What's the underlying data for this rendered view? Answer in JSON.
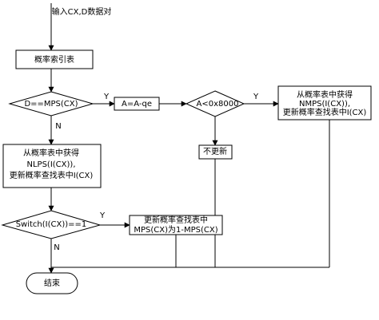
{
  "flowchart": {
    "input_label": "输入CX,D数据对",
    "prob_index_table": "概率索引表",
    "decision_mps": "D==MPS(CX)",
    "update_a": "A=A-qe",
    "decision_a": "A<0x8000",
    "from_table_mps": [
      "从概率表中获得",
      "NMPS(I(CX)),",
      "更新概率查找表中I(CX)"
    ],
    "no_update": "不更新",
    "from_table_lps": [
      "从概率表中获得",
      "NLPS(I(CX)),",
      "更新概率查找表中I(CX)"
    ],
    "decision_switch": "Switch(I(CX))==1",
    "update_mps": [
      "更新概率查找表中",
      "MPS(CX)为1-MPS(CX)"
    ],
    "end": "结束",
    "yes": "Y",
    "no": "N"
  }
}
